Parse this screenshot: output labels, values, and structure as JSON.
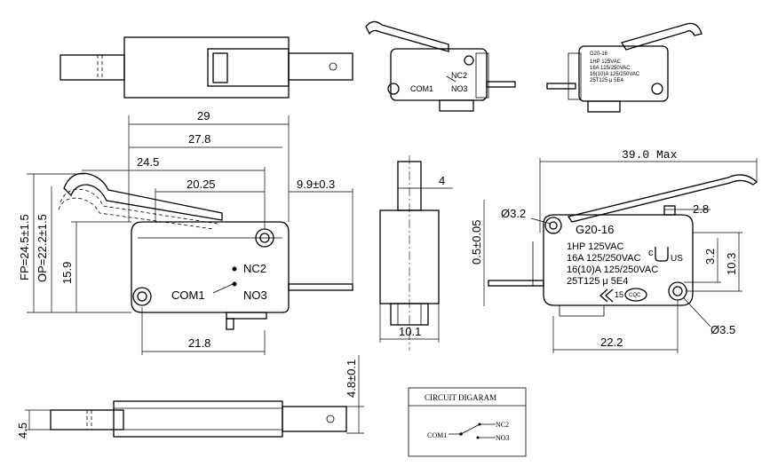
{
  "dimensions": {
    "d29": "29",
    "d27_8": "27.8",
    "d24_5": "24.5",
    "d20_25": "20.25",
    "d9_9": "9.9±0.3",
    "d15_9": "15.9",
    "fp": "FP=24.5±1.5",
    "op": "OP=22.2±1.5",
    "d21_8": "21.8",
    "d4": "4",
    "d10_1": "10.1",
    "d39max": "39.0 Max",
    "dia3_2": "Ø3.2",
    "d2_8": "2.8",
    "d0_5": "0.5±0.05",
    "d3_2": "3.2",
    "d10_3": "10.3",
    "dia3_5": "Ø3.5",
    "d22_2": "22.2",
    "d4_8": "4.8±0.1",
    "d4_5": "4.5"
  },
  "side_view": {
    "nc": "NC2",
    "com": "COM1",
    "no": "NO3"
  },
  "photo_left": {
    "nc": "NC2",
    "com": "COM1",
    "no": "NO3"
  },
  "photo_right": {
    "model": "G20-16",
    "line1": "1HP 125VAC",
    "line2": "16A 125/250VAC",
    "line3": "16(10)A 125/250VAC",
    "line4": "25T125 μ 5E4"
  },
  "front_view": {
    "model": "G20-16",
    "line1": "1HP 125VAC",
    "line2": "16A 125/250VAC",
    "line3": "16(10)A 125/250VAC",
    "line4": "25T125 μ 5E4",
    "ul_mark": "c",
    "ul_us": "US",
    "ce_num": "15",
    "cqc": "CQC"
  },
  "circuit": {
    "title": "CIRCUIT DIGARAM",
    "com": "COM1",
    "nc": "NC2",
    "no": "NO3"
  },
  "colors": {
    "line": "#000000",
    "background": "#ffffff"
  }
}
